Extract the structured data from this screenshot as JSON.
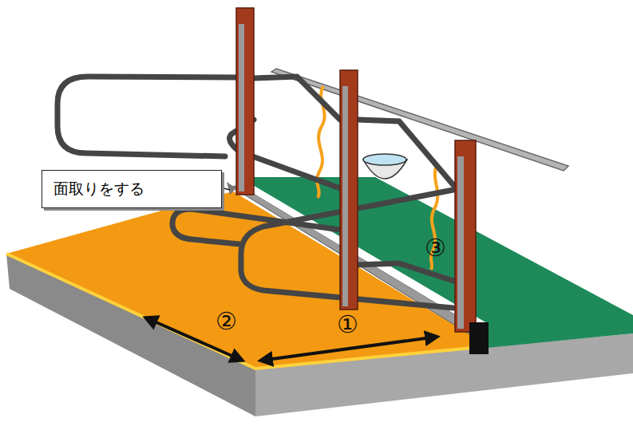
{
  "diagram": {
    "nodes": [
      {
        "text": [
          "面取りをする"
        ]
      }
    ],
    "labels": [
      "①",
      "②",
      "③"
    ]
  }
}
